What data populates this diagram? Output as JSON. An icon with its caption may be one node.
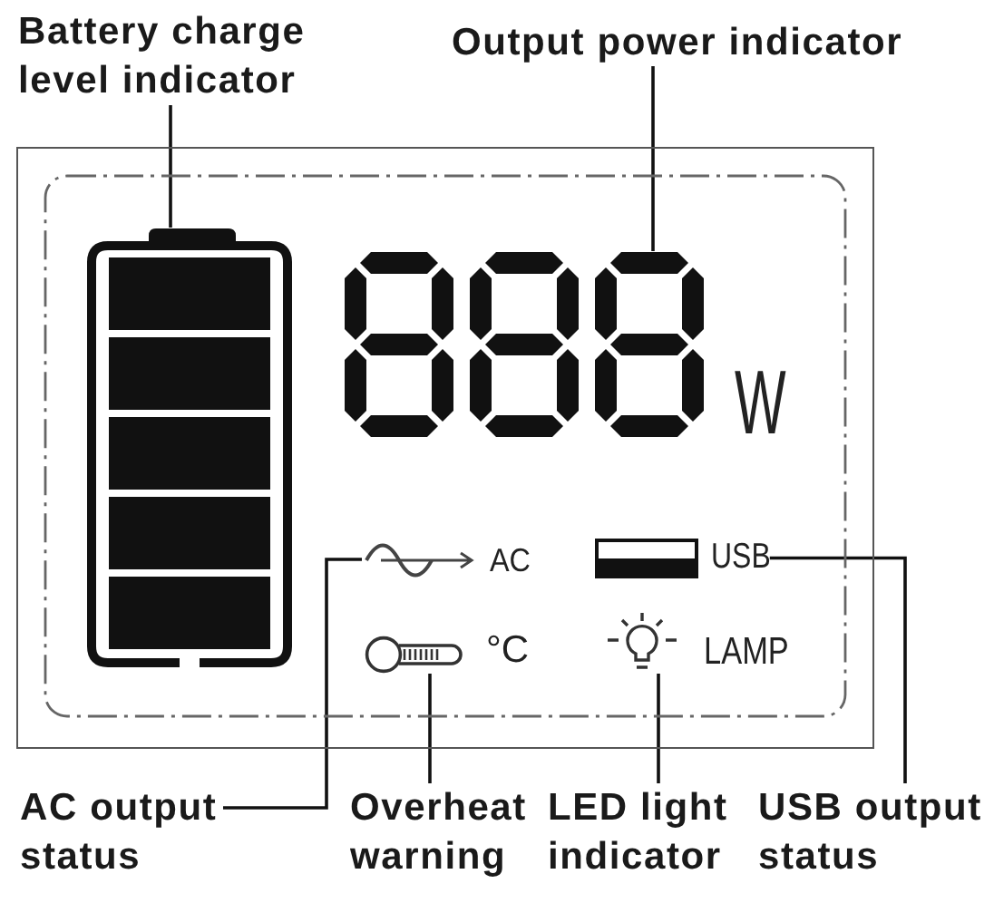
{
  "diagram": {
    "nodes": [
      {
        "text": [
          "Battery charge level indicator"
        ]
      },
      {
        "text": [
          "Output power indicator"
        ]
      },
      {
        "text": [],
        "shape": "box"
      },
      {
        "text": [],
        "shape": "picture",
        "in": 2
      },
      {
        "text": [],
        "shape": "picture",
        "in": 2,
        "beside": [
          "W"
        ]
      },
      {
        "text": [],
        "shape": "picture",
        "in": 2,
        "beside": [
          "AC"
        ]
      },
      {
        "text": [
          "USB"
        ],
        "in": 2
      },
      {
        "text": [],
        "shape": "picture",
        "in": 2,
        "beside": [
          "°C"
        ]
      },
      {
        "text": [],
        "shape": "picture",
        "in": 2,
        "beside": [
          "LAMP"
        ]
      },
      {
        "text": [
          "AC output status"
        ]
      },
      {
        "text": [
          "Overheat warning"
        ]
      },
      {
        "text": [
          "LED light indicator"
        ]
      },
      {
        "text": [
          "USB output status"
        ]
      }
    ],
    "edges": [
      {
        "from": 0,
        "to": 3,
        "arrow": "none"
      },
      {
        "from": 1,
        "to": 4,
        "arrow": "none"
      },
      {
        "from": 9,
        "to": 5,
        "arrow": "none"
      },
      {
        "from": 10,
        "to": 7,
        "arrow": "none"
      },
      {
        "from": 11,
        "to": 8,
        "arrow": "none"
      },
      {
        "from": 12,
        "to": 6,
        "arrow": "none"
      }
    ]
  }
}
